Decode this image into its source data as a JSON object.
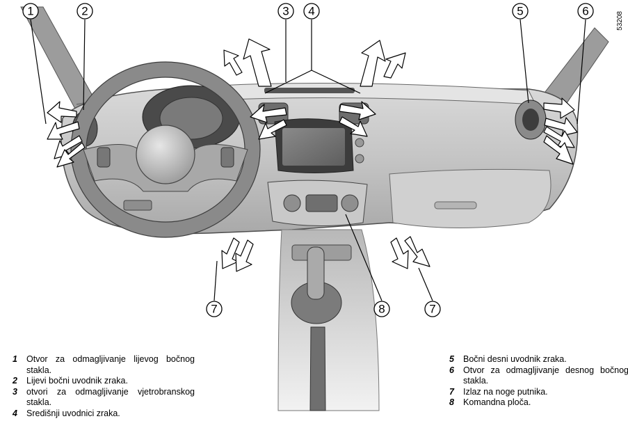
{
  "reference_number": "53208",
  "callouts": [
    "1",
    "2",
    "3",
    "4",
    "5",
    "6",
    "7",
    "7",
    "8"
  ],
  "legend": {
    "left": [
      {
        "number": "1",
        "text": "Otvor za odmagljivanje lijevog bočnog stakla."
      },
      {
        "number": "2",
        "text": "Lijevi bočni uvodnik zraka."
      },
      {
        "number": "3",
        "text": "otvori za odmagljivanje vjetrobranskog stakla."
      },
      {
        "number": "4",
        "text": "Središnji uvodnici zraka."
      }
    ],
    "right": [
      {
        "number": "5",
        "text": "Bočni desni uvodnik zraka."
      },
      {
        "number": "6",
        "text": "Otvor za odmagljivanje desnog bočnog stakla."
      },
      {
        "number": "7",
        "text": "Izlaz na noge putnika."
      },
      {
        "number": "8",
        "text": "Komandna ploča."
      }
    ]
  }
}
